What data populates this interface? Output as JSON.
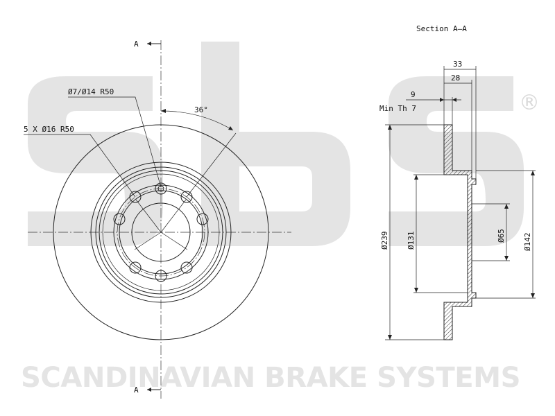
{
  "section_title": "Section A–A",
  "section_mark_top": "A",
  "section_mark_bottom": "A",
  "labels": {
    "bolt_hole": "Ø7/Ø14 R50",
    "stud_holes": "5 X Ø16 R50",
    "angle": "36°",
    "min_th_value": "9",
    "min_th_label": "Min Th 7",
    "overall_width": "33",
    "inner_width": "28",
    "dia_outer": "Ø239",
    "dia_hat": "Ø131",
    "dia_center": "Ø65",
    "dia_hat_outer": "Ø142"
  },
  "watermark": {
    "brand_text": "SCANDINAVIAN BRAKE SYSTEMS",
    "registered": "®",
    "logo_color": "#e2e2e2"
  },
  "colors": {
    "line": "#222222",
    "hatch": "#333333"
  }
}
